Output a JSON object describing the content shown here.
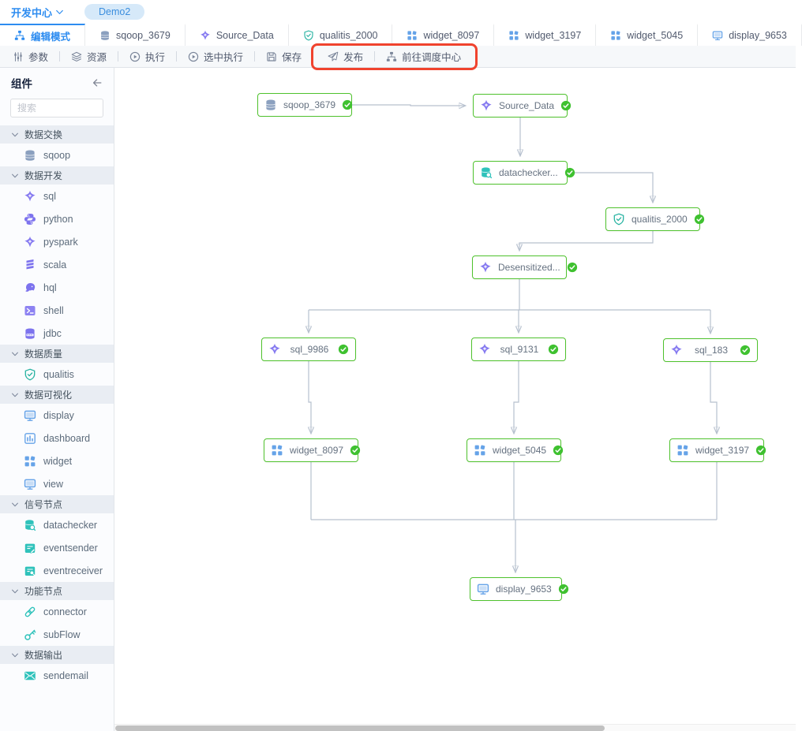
{
  "topbar": {
    "workspace_label": "开发中心",
    "project_badge": "Demo2"
  },
  "tabbar": {
    "tabs": [
      {
        "label": "编辑模式",
        "icon": "workflow-icon",
        "active": true
      },
      {
        "label": "sqoop_3679",
        "icon": "database-icon",
        "active": false
      },
      {
        "label": "Source_Data",
        "icon": "spark-star-icon",
        "active": false
      },
      {
        "label": "qualitis_2000",
        "icon": "shield-check-icon",
        "active": false
      },
      {
        "label": "widget_8097",
        "icon": "widget-icon",
        "active": false
      },
      {
        "label": "widget_3197",
        "icon": "widget-icon",
        "active": false
      },
      {
        "label": "widget_5045",
        "icon": "widget-icon",
        "active": false
      },
      {
        "label": "display_9653",
        "icon": "monitor-icon",
        "active": false
      }
    ]
  },
  "toolbar": {
    "items": [
      {
        "label": "参数",
        "icon": "sliders-icon"
      },
      {
        "label": "资源",
        "icon": "layers-icon"
      },
      {
        "label": "执行",
        "icon": "play-circle-icon"
      },
      {
        "label": "选中执行",
        "icon": "play-circle-icon"
      },
      {
        "label": "保存",
        "icon": "save-icon"
      },
      {
        "label": "发布",
        "icon": "paper-plane-icon"
      },
      {
        "label": "前往调度中心",
        "icon": "workflow-icon"
      }
    ],
    "highlighted_items": [
      "发布",
      "前往调度中心"
    ],
    "highlight_color": "#f0432e"
  },
  "sidebar": {
    "title": "组件",
    "search_placeholder": "搜索",
    "sections": [
      {
        "label": "数据交换",
        "items": [
          {
            "label": "sqoop",
            "icon": "database-icon"
          }
        ]
      },
      {
        "label": "数据开发",
        "items": [
          {
            "label": "sql",
            "icon": "spark-star-icon"
          },
          {
            "label": "python",
            "icon": "python-icon"
          },
          {
            "label": "pyspark",
            "icon": "spark-star-icon"
          },
          {
            "label": "scala",
            "icon": "scala-icon"
          },
          {
            "label": "hql",
            "icon": "hive-icon"
          },
          {
            "label": "shell",
            "icon": "shell-icon"
          },
          {
            "label": "jdbc",
            "icon": "jdbc-database-icon"
          }
        ]
      },
      {
        "label": "数据质量",
        "items": [
          {
            "label": "qualitis",
            "icon": "shield-check-icon"
          }
        ]
      },
      {
        "label": "数据可视化",
        "items": [
          {
            "label": "display",
            "icon": "monitor-icon"
          },
          {
            "label": "dashboard",
            "icon": "dashboard-icon"
          },
          {
            "label": "widget",
            "icon": "widget-icon"
          },
          {
            "label": "view",
            "icon": "monitor-icon"
          }
        ]
      },
      {
        "label": "信号节点",
        "items": [
          {
            "label": "datachecker",
            "icon": "database-search-icon"
          },
          {
            "label": "eventsender",
            "icon": "event-send-icon"
          },
          {
            "label": "eventreceiver",
            "icon": "event-receive-icon"
          }
        ]
      },
      {
        "label": "功能节点",
        "items": [
          {
            "label": "connector",
            "icon": "link-icon"
          },
          {
            "label": "subFlow",
            "icon": "key-icon"
          }
        ]
      },
      {
        "label": "数据输出",
        "items": [
          {
            "label": "sendemail",
            "icon": "mail-icon"
          }
        ]
      }
    ]
  },
  "canvas": {
    "nodes": [
      {
        "id": "sqoop_3679",
        "label": "sqoop_3679",
        "icon": "database-icon",
        "status": "success"
      },
      {
        "id": "Source_Data",
        "label": "Source_Data",
        "icon": "spark-star-icon",
        "status": "success"
      },
      {
        "id": "datachecker",
        "label": "datachecker...",
        "icon": "database-search-icon",
        "status": "success"
      },
      {
        "id": "qualitis_2000",
        "label": "qualitis_2000",
        "icon": "shield-check-icon",
        "status": "success"
      },
      {
        "id": "Desensitized",
        "label": "Desensitized...",
        "icon": "spark-star-icon",
        "status": "success"
      },
      {
        "id": "sql_9986",
        "label": "sql_9986",
        "icon": "spark-star-icon",
        "status": "success"
      },
      {
        "id": "sql_9131",
        "label": "sql_9131",
        "icon": "spark-star-icon",
        "status": "success"
      },
      {
        "id": "sql_183",
        "label": "sql_183",
        "icon": "spark-star-icon",
        "status": "success"
      },
      {
        "id": "widget_8097",
        "label": "widget_8097",
        "icon": "widget-icon",
        "status": "success"
      },
      {
        "id": "widget_5045",
        "label": "widget_5045",
        "icon": "widget-icon",
        "status": "success"
      },
      {
        "id": "widget_3197",
        "label": "widget_3197",
        "icon": "widget-icon",
        "status": "success"
      },
      {
        "id": "display_9653",
        "label": "display_9653",
        "icon": "monitor-icon",
        "status": "success"
      }
    ],
    "edges": [
      {
        "from": "sqoop_3679",
        "to": "Source_Data"
      },
      {
        "from": "Source_Data",
        "to": "datachecker"
      },
      {
        "from": "datachecker",
        "to": "qualitis_2000"
      },
      {
        "from": "qualitis_2000",
        "to": "Desensitized"
      },
      {
        "from": "Desensitized",
        "to": "sql_9986"
      },
      {
        "from": "Desensitized",
        "to": "sql_9131"
      },
      {
        "from": "Desensitized",
        "to": "sql_183"
      },
      {
        "from": "sql_9986",
        "to": "widget_8097"
      },
      {
        "from": "sql_9131",
        "to": "widget_5045"
      },
      {
        "from": "sql_183",
        "to": "widget_3197"
      },
      {
        "from": "widget_8097",
        "to": "display_9653"
      },
      {
        "from": "widget_5045",
        "to": "display_9653"
      },
      {
        "from": "widget_3197",
        "to": "display_9653"
      }
    ]
  },
  "colors": {
    "accent_blue": "#2d8cf0",
    "node_border_green": "#4fc22d",
    "status_success_green": "#3fc130",
    "edge_gray": "#b6c0ce",
    "purple_icon": "#8478f0",
    "steel_icon": "#8ba0bf",
    "teal_icon": "#2fc2bb",
    "qualitis_teal": "#28b3a2",
    "viz_blue": "#66a3e8",
    "highlight_red": "#f0432e"
  }
}
